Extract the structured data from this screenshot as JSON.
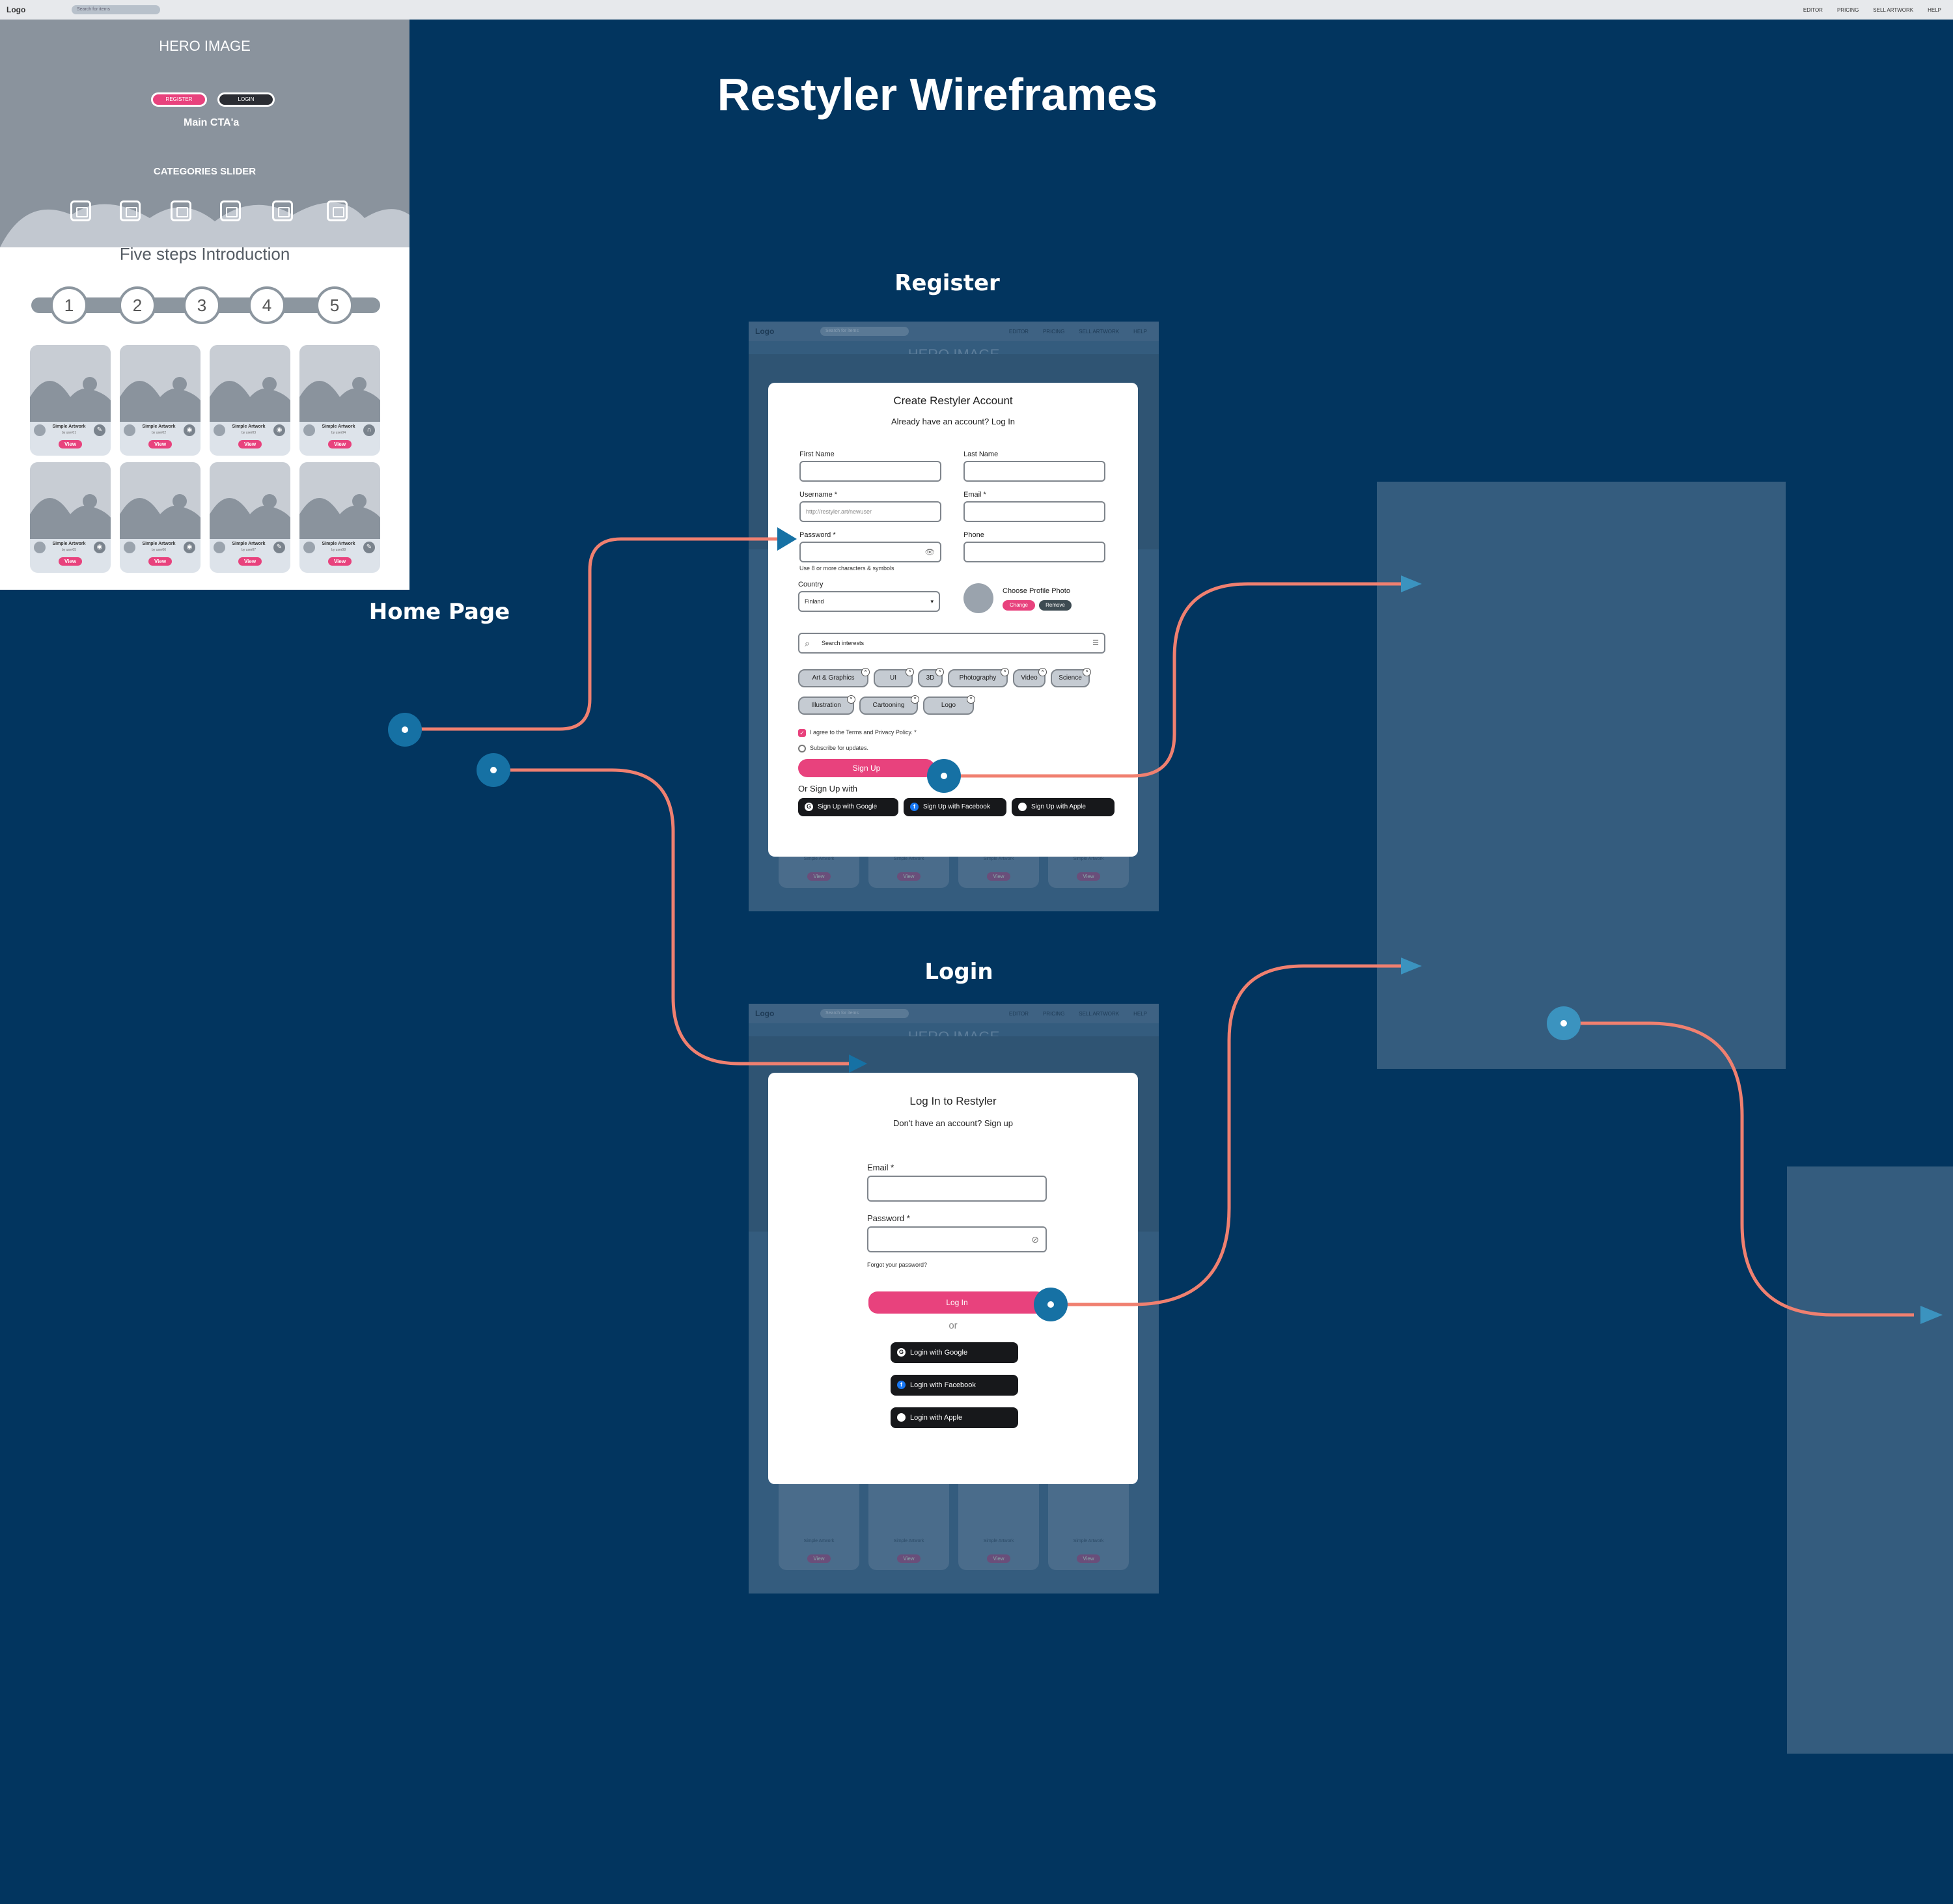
{
  "header": {
    "title": "Restyler Wireframes"
  },
  "sections": {
    "home": "Home Page",
    "register": "Register",
    "login": "Login"
  },
  "nav": {
    "logo": "Logo",
    "search_placeholder": "Search for items",
    "links": [
      "EDITOR",
      "PRICING",
      "SELL ARTWORK",
      "HELP"
    ]
  },
  "home": {
    "hero_title": "HERO IMAGE",
    "register_btn": "REGISTER",
    "login_btn": "LOGIN",
    "cta_label": "Main CTA'a",
    "categories_label": "CATEGORIES SLIDER",
    "intro_title": "Five steps Introduction",
    "steps": [
      "1",
      "2",
      "3",
      "4",
      "5"
    ],
    "cards": [
      {
        "name": "Simple Artwork",
        "by": "by user01",
        "icon": "pencil-icon",
        "view": "View"
      },
      {
        "name": "Simple Artwork",
        "by": "by user02",
        "icon": "camera-icon",
        "view": "View"
      },
      {
        "name": "Simple Artwork",
        "by": "by user03",
        "icon": "camera-icon",
        "view": "View"
      },
      {
        "name": "Simple Artwork",
        "by": "by user04",
        "icon": "headphones-icon",
        "view": "View"
      },
      {
        "name": "Simple Artwork",
        "by": "by user05",
        "icon": "camera-icon",
        "view": "View"
      },
      {
        "name": "Simple Artwork",
        "by": "by user06",
        "icon": "camera-icon",
        "view": "View"
      },
      {
        "name": "Simple Artwork",
        "by": "by user07",
        "icon": "pencil-icon",
        "view": "View"
      },
      {
        "name": "Simple Artwork",
        "by": "by user08",
        "icon": "pencil-icon",
        "view": "View"
      }
    ]
  },
  "register": {
    "hero_title": "HERO IMAGE",
    "title": "Create Restyler Account",
    "subtitle": "Already have an account? Log In",
    "first_name_label": "First Name",
    "last_name_label": "Last Name",
    "username_label": "Username *",
    "username_placeholder": "http://restyler.art/newuser",
    "email_label": "Email *",
    "password_label": "Password *",
    "phone_label": "Phone",
    "password_hint": "Use 8 or more characters & symbols",
    "country_label": "Country",
    "country_value": "Finland",
    "profile_photo_label": "Choose Profile Photo",
    "change_btn": "Change",
    "remove_btn": "Remove",
    "interests_placeholder": "Search interests",
    "interests": [
      "Art & Graphics",
      "UI",
      "3D",
      "Photography",
      "Video",
      "Science",
      "Illustration",
      "Cartooning",
      "Logo"
    ],
    "agree_text": "I agree to the Terms and Privacy Policy. *",
    "subscribe_text": "Subscribe for updates.",
    "signup_btn": "Sign Up",
    "or_signup": "Or Sign Up with",
    "social": [
      "Sign Up with Google",
      "Sign Up with Facebook",
      "Sign Up with Apple"
    ],
    "ghost_cards": [
      {
        "name": "Simple Artwork",
        "view": "View"
      },
      {
        "name": "Simple Artwork",
        "view": "View"
      },
      {
        "name": "Simple Artwork",
        "view": "View"
      },
      {
        "name": "Simple Artwork",
        "view": "View"
      }
    ]
  },
  "login": {
    "hero_title": "HERO IMAGE",
    "title": "Log In to Restyler",
    "subtitle": "Don't have an account? Sign up",
    "email_label": "Email *",
    "password_label": "Password *",
    "forgot": "Forgot your password?",
    "login_btn": "Log In",
    "or": "or",
    "social": [
      "Login with Google",
      "Login with Facebook",
      "Login with Apple"
    ],
    "ghost_cards": [
      {
        "name": "Simple Artwork",
        "view": "View"
      },
      {
        "name": "Simple Artwork",
        "view": "View"
      },
      {
        "name": "Simple Artwork",
        "view": "View"
      },
      {
        "name": "Simple Artwork",
        "view": "View"
      }
    ]
  },
  "colors": {
    "background": "#02355f",
    "accent": "#e8427d",
    "connector": "#1671a4",
    "flow_line": "#f08070"
  }
}
